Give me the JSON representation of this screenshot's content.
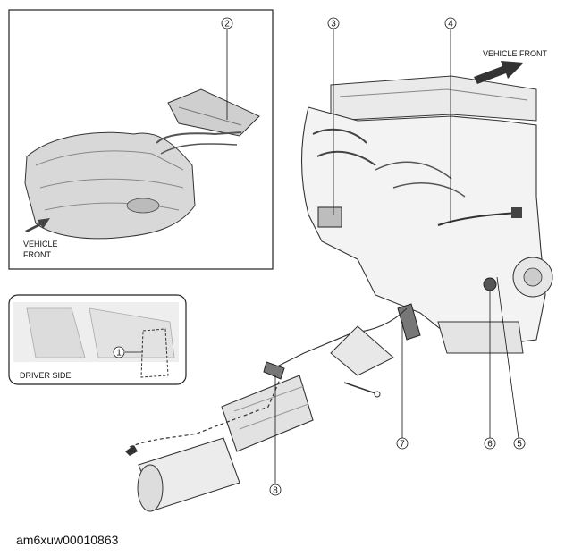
{
  "figure_id": "am6xuw00010863",
  "labels": {
    "vehicle_front_main": "VEHICLE FRONT",
    "vehicle_front_inset_line1": "VEHICLE",
    "vehicle_front_inset_line2": "FRONT",
    "driver_side": "DRIVER SIDE"
  },
  "callouts": [
    "1",
    "2",
    "3",
    "4",
    "5",
    "6",
    "7",
    "8"
  ]
}
